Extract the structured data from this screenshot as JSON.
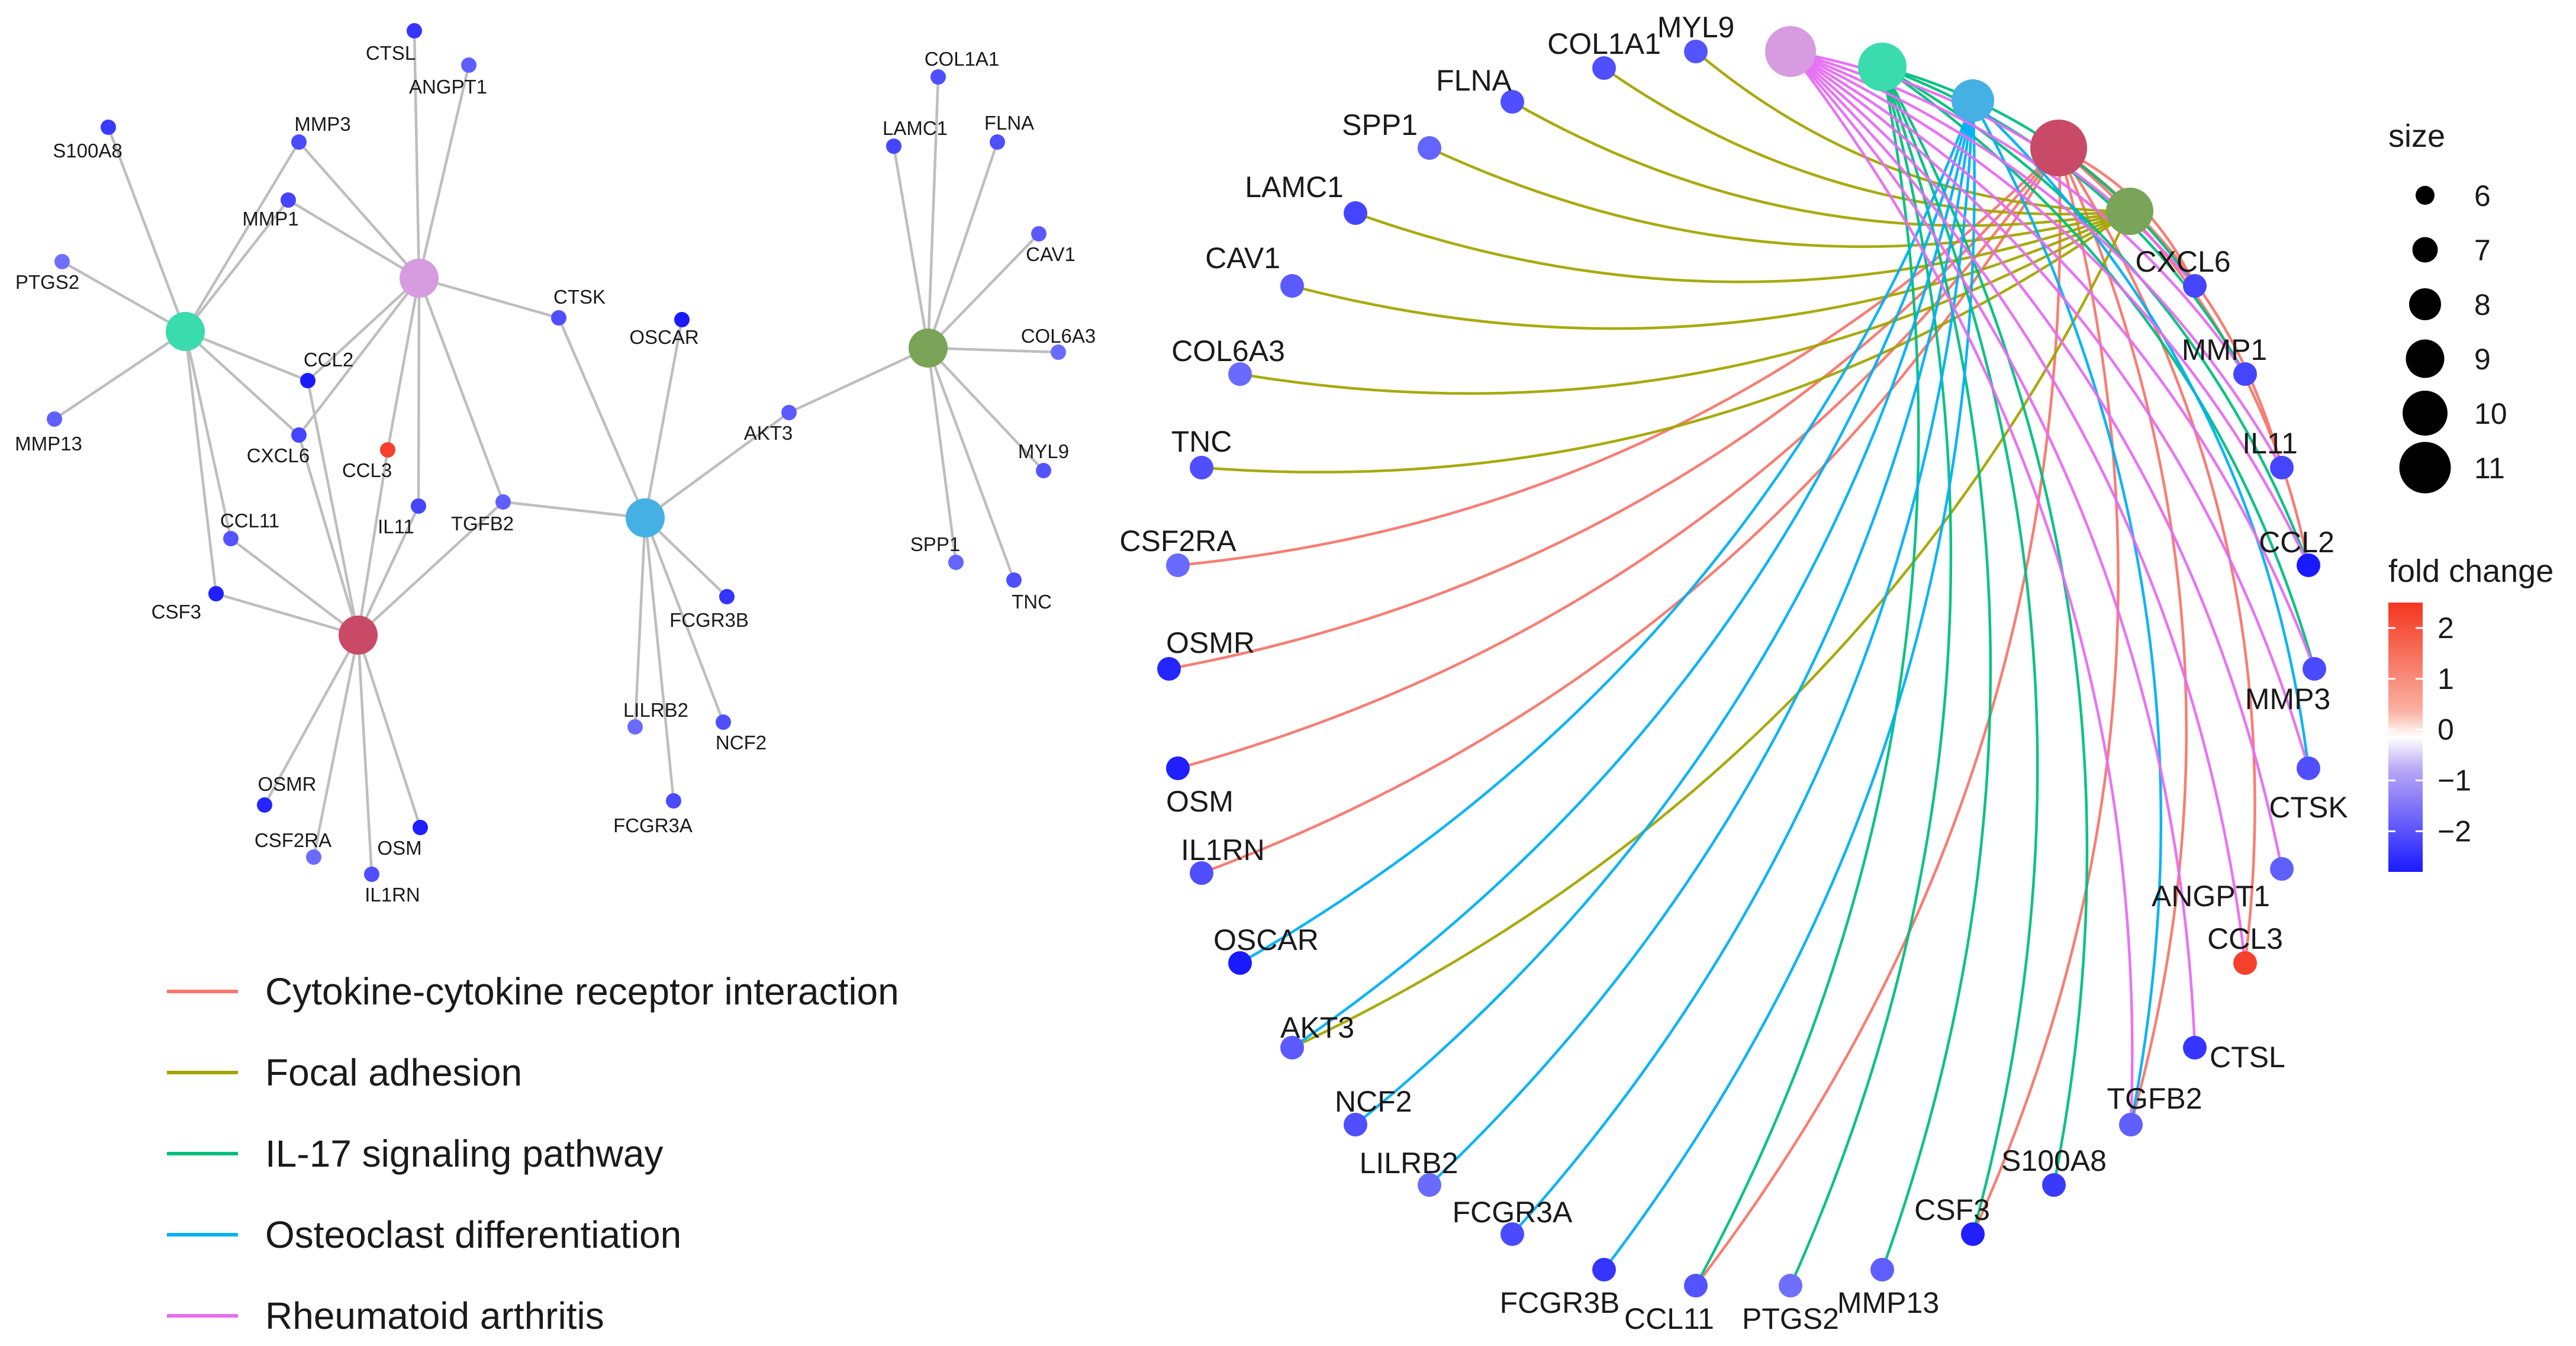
{
  "pathways": [
    {
      "id": "cytokine",
      "name": "Cytokine-cytokine receptor interaction",
      "color": "#F8766D",
      "node_color": "#C94A66"
    },
    {
      "id": "focal",
      "name": "Focal adhesion",
      "color": "#A3A500",
      "node_color": "#7AA457"
    },
    {
      "id": "il17",
      "name": "IL-17 signaling pathway",
      "color": "#00BF7D",
      "node_color": "#3ADBAD"
    },
    {
      "id": "osteo",
      "name": "Osteoclast differentiation",
      "color": "#00B0F6",
      "node_color": "#45B0E3"
    },
    {
      "id": "ra",
      "name": "Rheumatoid arthritis",
      "color": "#E76BF3",
      "node_color": "#D69CDF"
    }
  ],
  "genes": [
    {
      "name": "CTSL",
      "fc": -2.3
    },
    {
      "name": "ANGPT1",
      "fc": -1.5
    },
    {
      "name": "S100A8",
      "fc": -2.2
    },
    {
      "name": "MMP3",
      "fc": -1.9
    },
    {
      "name": "MMP1",
      "fc": -2.0
    },
    {
      "name": "PTGS2",
      "fc": -1.2
    },
    {
      "name": "MMP13",
      "fc": -1.5
    },
    {
      "name": "CTSK",
      "fc": -1.8
    },
    {
      "name": "OSCAR",
      "fc": -2.8
    },
    {
      "name": "CCL2",
      "fc": -2.9
    },
    {
      "name": "CXCL6",
      "fc": -2.0
    },
    {
      "name": "CCL3",
      "fc": 2.3
    },
    {
      "name": "IL11",
      "fc": -2.0
    },
    {
      "name": "TGFB2",
      "fc": -1.5
    },
    {
      "name": "CCL11",
      "fc": -1.7
    },
    {
      "name": "CSF3",
      "fc": -2.7
    },
    {
      "name": "AKT3",
      "fc": -1.6
    },
    {
      "name": "COL1A1",
      "fc": -1.8
    },
    {
      "name": "LAMC1",
      "fc": -2.0
    },
    {
      "name": "FLNA",
      "fc": -1.8
    },
    {
      "name": "CAV1",
      "fc": -1.6
    },
    {
      "name": "COL6A3",
      "fc": -1.3
    },
    {
      "name": "MYL9",
      "fc": -1.7
    },
    {
      "name": "SPP1",
      "fc": -1.4
    },
    {
      "name": "TNC",
      "fc": -1.8
    },
    {
      "name": "FCGR3B",
      "fc": -2.3
    },
    {
      "name": "LILRB2",
      "fc": -1.3
    },
    {
      "name": "NCF2",
      "fc": -1.8
    },
    {
      "name": "FCGR3A",
      "fc": -1.9
    },
    {
      "name": "OSMR",
      "fc": -2.6
    },
    {
      "name": "CSF2RA",
      "fc": -1.3
    },
    {
      "name": "OSM",
      "fc": -2.7
    },
    {
      "name": "IL1RN",
      "fc": -1.8
    }
  ],
  "edges": {
    "cytokine": [
      "CXCL6",
      "IL11",
      "CCL2",
      "CCL3",
      "TGFB2",
      "CSF3",
      "CCL11",
      "IL1RN",
      "OSM",
      "OSMR",
      "CSF2RA"
    ],
    "focal": [
      "COL1A1",
      "FLNA",
      "SPP1",
      "LAMC1",
      "CAV1",
      "COL6A3",
      "TNC",
      "AKT3",
      "MYL9"
    ],
    "il17": [
      "CXCL6",
      "MMP1",
      "CCL2",
      "MMP3",
      "S100A8",
      "CSF3",
      "MMP13",
      "PTGS2",
      "CCL11"
    ],
    "osteo": [
      "CTSK",
      "OSCAR",
      "AKT3",
      "NCF2",
      "LILRB2",
      "FCGR3A",
      "FCGR3B",
      "TGFB2"
    ],
    "ra": [
      "MMP1",
      "MMP3",
      "CTSK",
      "ANGPT1",
      "CTSL",
      "TGFB2",
      "CCL2",
      "CXCL6",
      "IL11",
      "CCL3"
    ]
  },
  "size_legend": {
    "title": "size",
    "values": [
      6,
      7,
      8,
      9,
      10,
      11
    ]
  },
  "color_legend": {
    "title": "fold change",
    "ticks": [
      2,
      1,
      0,
      -1,
      -2
    ],
    "tick_labels": [
      "2",
      "1",
      "0",
      "−1",
      "−2"
    ],
    "low_color": "#1A1AFF",
    "mid_color": "#FFFFFF",
    "high_color": "#F4361F"
  }
}
